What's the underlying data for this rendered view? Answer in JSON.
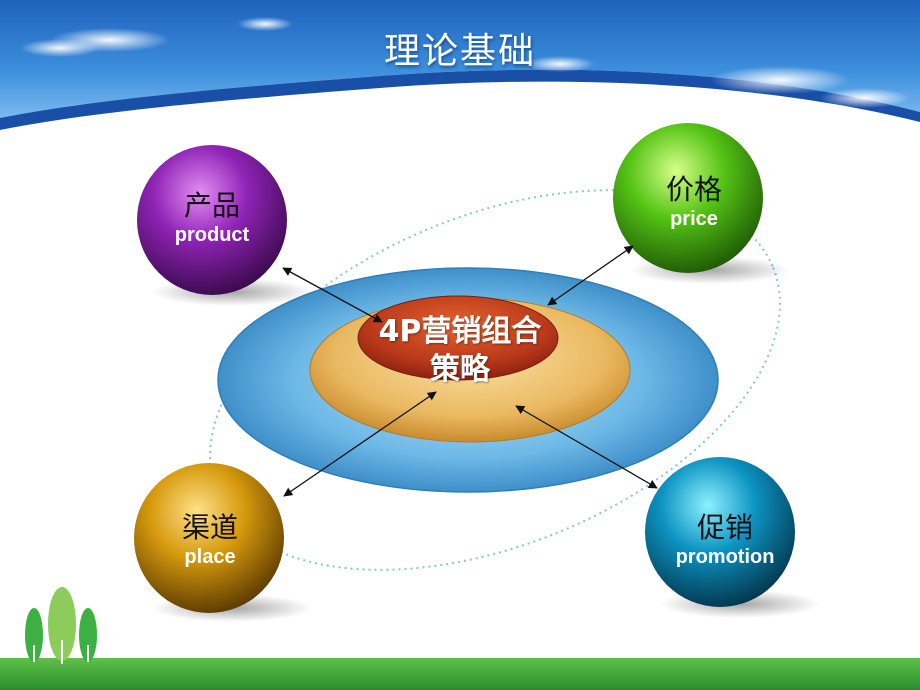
{
  "title": "理论基础",
  "center": {
    "line1": "4P营销组合",
    "line2": "策略"
  },
  "spheres": [
    {
      "cn": "产品",
      "en": "product"
    },
    {
      "cn": "价格",
      "en": "price"
    },
    {
      "cn": "渠道",
      "en": "place"
    },
    {
      "cn": "促销",
      "en": "promotion"
    }
  ],
  "colors": {
    "sky": "#2a74c9",
    "product": "#7a1fa0",
    "price": "#4fb81a",
    "place": "#c98a0a",
    "promotion": "#0b86b4",
    "footer": "#3aa53c"
  }
}
